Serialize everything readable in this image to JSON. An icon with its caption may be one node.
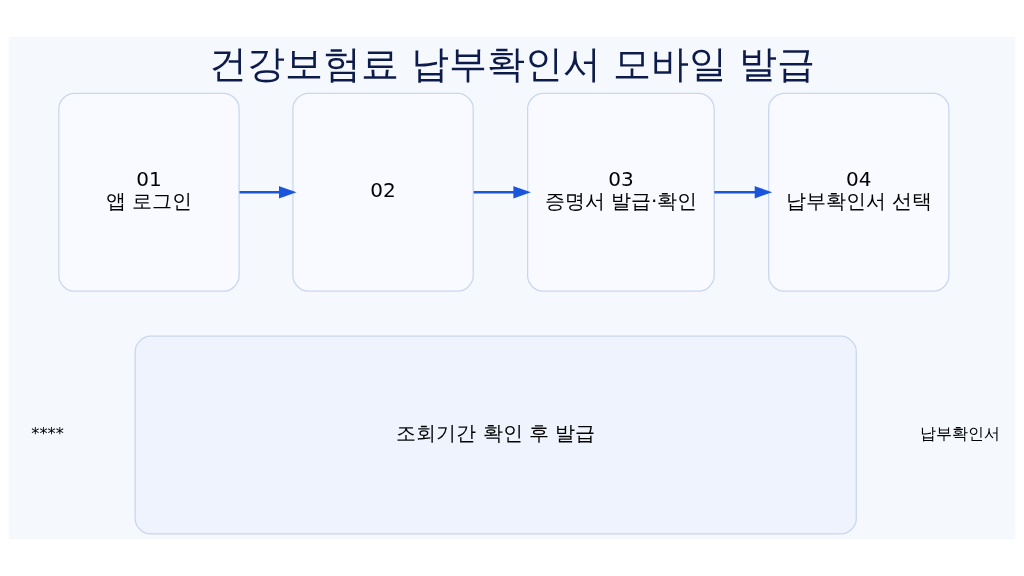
{
  "diagram": {
    "title": "건강보험료 납부확인서 모바일 발급",
    "nodes": [
      {
        "text": [
          "01",
          "앱 로그인"
        ]
      },
      {
        "text": [
          "02"
        ]
      },
      {
        "text": [
          "03",
          "증명서 발급·확인"
        ]
      },
      {
        "text": [
          "04",
          "납부확인서 선택"
        ]
      },
      {
        "text": [
          "조회기간 확인 후 발급"
        ]
      }
    ],
    "edges": [
      {
        "from": 0,
        "to": 1,
        "arrow": "to"
      },
      {
        "from": 1,
        "to": 2,
        "arrow": "to"
      },
      {
        "from": 2,
        "to": 3,
        "arrow": "to"
      }
    ],
    "labels": [
      "****",
      "납부확인서"
    ]
  }
}
